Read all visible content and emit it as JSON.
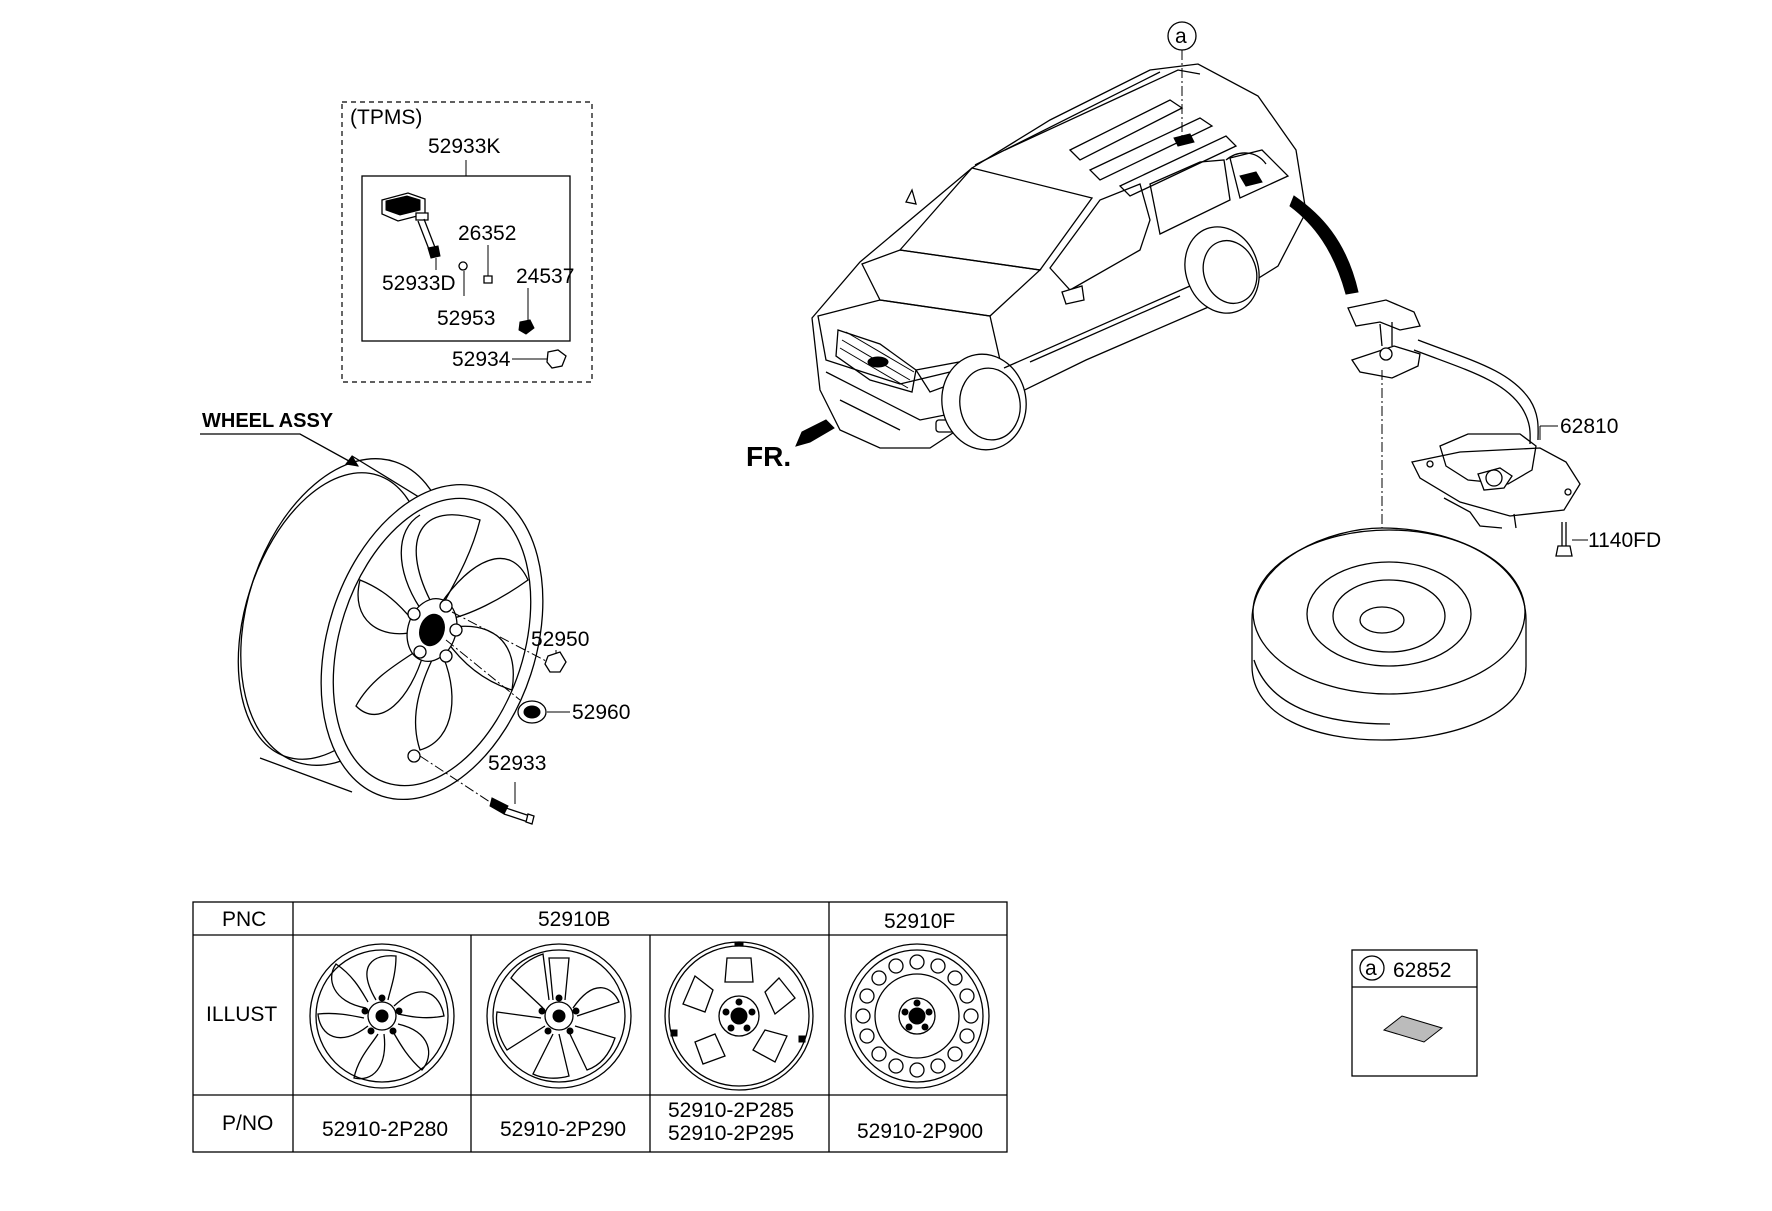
{
  "tpms": {
    "title": "(TPMS)",
    "kit": "52933K",
    "sensor": "52933D",
    "cap": "26352",
    "core": "52953",
    "nut": "24537",
    "stem_cap": "52934"
  },
  "wheel": {
    "title": "WHEEL ASSY",
    "nut": "52950",
    "hub_cap": "52960",
    "valve": "52933"
  },
  "vehicle": {
    "direction": "FR.",
    "ref_mark": "a"
  },
  "spare": {
    "carrier": "62810",
    "bolt": "1140FD"
  },
  "table": {
    "pnc_label": "PNC",
    "pnc_b": "52910B",
    "pnc_f": "52910F",
    "illust_label": "ILLUST",
    "pno_label": "P/NO",
    "pno": [
      "52910-2P280",
      "52910-2P290",
      "52910-2P285",
      "52910-2P295",
      "52910-2P900"
    ]
  },
  "label_box": {
    "mark": "a",
    "part": "62852"
  }
}
